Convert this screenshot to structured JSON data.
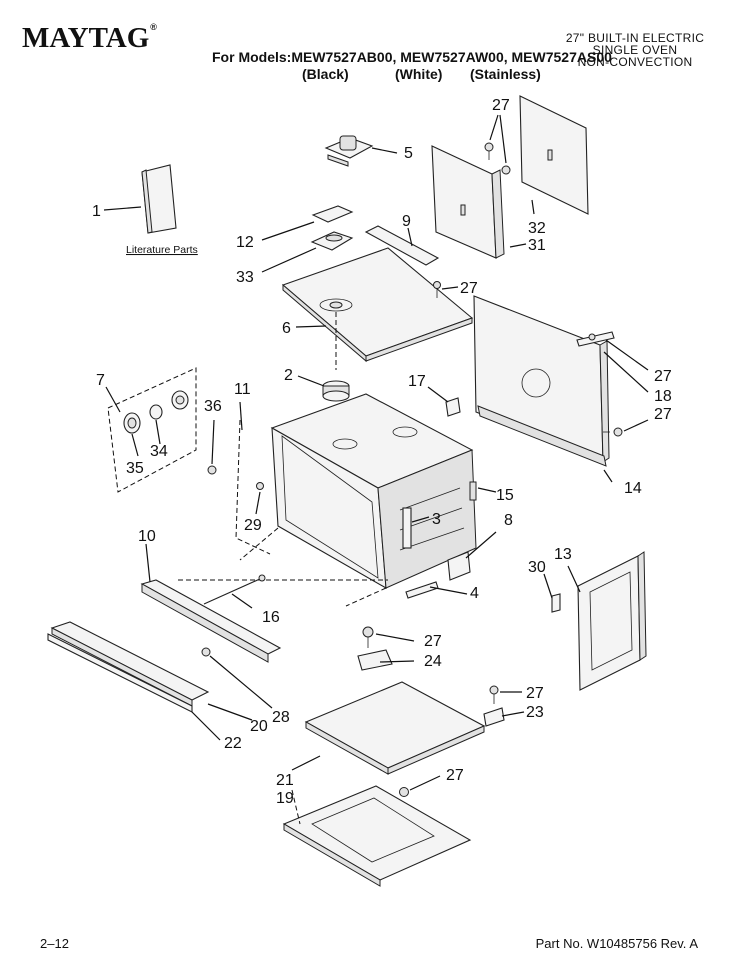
{
  "header": {
    "brand": "MAYTAG",
    "brand_mark": "®",
    "models_line": "For Models:MEW7527AB00, MEW7527AW00, MEW7527AS00",
    "variants": [
      "(Black)",
      "(White)",
      "(Stainless)"
    ],
    "description": [
      "27\" BUILT-IN ELECTRIC",
      "SINGLE OVEN",
      "NON-CONVECTION"
    ]
  },
  "literature_label": "Literature Parts",
  "callouts": {
    "c1": "1",
    "c2": "2",
    "c3": "3",
    "c4": "4",
    "c5": "5",
    "c6": "6",
    "c7": "7",
    "c8": "8",
    "c9": "9",
    "c10": "10",
    "c11": "11",
    "c12": "12",
    "c13": "13",
    "c14": "14",
    "c15": "15",
    "c16": "16",
    "c17": "17",
    "c18": "18",
    "c19": "19",
    "c20": "20",
    "c21": "21",
    "c22": "22",
    "c23": "23",
    "c24": "24",
    "c28": "28",
    "c29": "29",
    "c30": "30",
    "c31": "31",
    "c32": "32",
    "c33": "33",
    "c34": "34",
    "c35": "35",
    "c36": "36",
    "c27": "27"
  },
  "footer": {
    "page": "2–12",
    "part_no": "Part No. W10485756 Rev. A"
  }
}
